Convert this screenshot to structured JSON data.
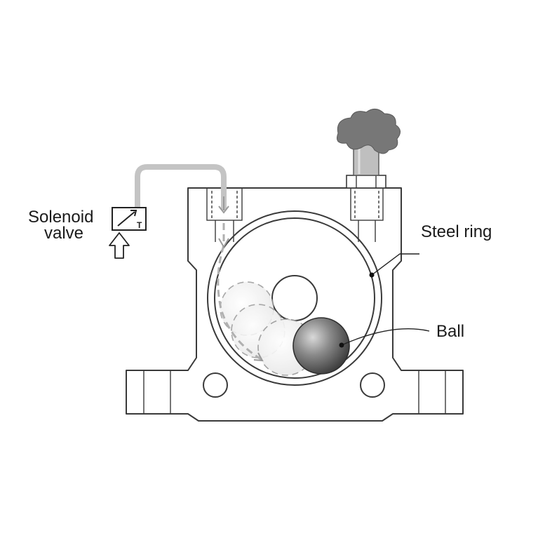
{
  "labels": {
    "solenoid_line1": "Solenoid",
    "solenoid_line2": "valve",
    "valve_port": "T",
    "steel_ring": "Steel ring",
    "ball": "Ball"
  },
  "colors": {
    "outline": "#3a3a3a",
    "air_path": "#bdbdbd",
    "exhaust": "#777777",
    "ball_dark": "#4a4a4a",
    "ghost_ball": "#eeeeee"
  },
  "icons": {
    "valve": "solenoid-valve-icon",
    "inlet": "air-inlet-arrow-icon",
    "exhaust": "exhaust-cloud-icon"
  }
}
